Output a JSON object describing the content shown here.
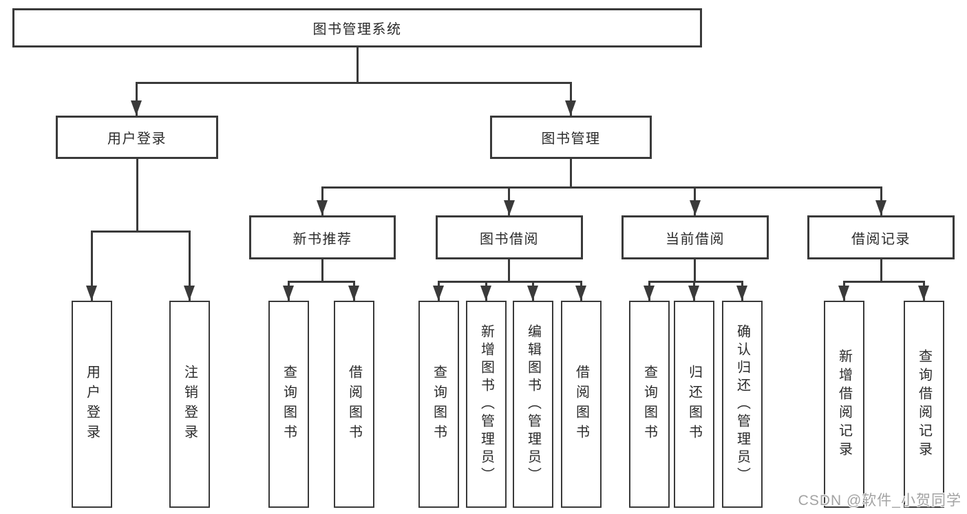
{
  "diagram": {
    "title": "图书管理系统",
    "root": {
      "label": "图书管理系统"
    },
    "branches": [
      {
        "label": "用户登录",
        "children": [
          {
            "label": "用户登录"
          },
          {
            "label": "注销登录"
          }
        ]
      },
      {
        "label": "图书管理",
        "groups": [
          {
            "label": "新书推荐",
            "children": [
              {
                "label": "查询图书"
              },
              {
                "label": "借阅图书"
              }
            ]
          },
          {
            "label": "图书借阅",
            "children": [
              {
                "label": "查询图书"
              },
              {
                "label": "新增图书（管理员）"
              },
              {
                "label": "编辑图书（管理员）"
              },
              {
                "label": "借阅图书"
              }
            ]
          },
          {
            "label": "当前借阅",
            "children": [
              {
                "label": "查询图书"
              },
              {
                "label": "归还图书"
              },
              {
                "label": "确认归还（管理员）"
              }
            ]
          },
          {
            "label": "借阅记录",
            "children": [
              {
                "label": "新增借阅记录"
              },
              {
                "label": "查询借阅记录"
              }
            ]
          }
        ]
      }
    ],
    "colors": {
      "line": "#3a3a3a",
      "text": "#2b2b2b",
      "watermark": "#a3a3a3"
    }
  },
  "watermark": {
    "text": "CSDN @软件_小贺同学"
  }
}
